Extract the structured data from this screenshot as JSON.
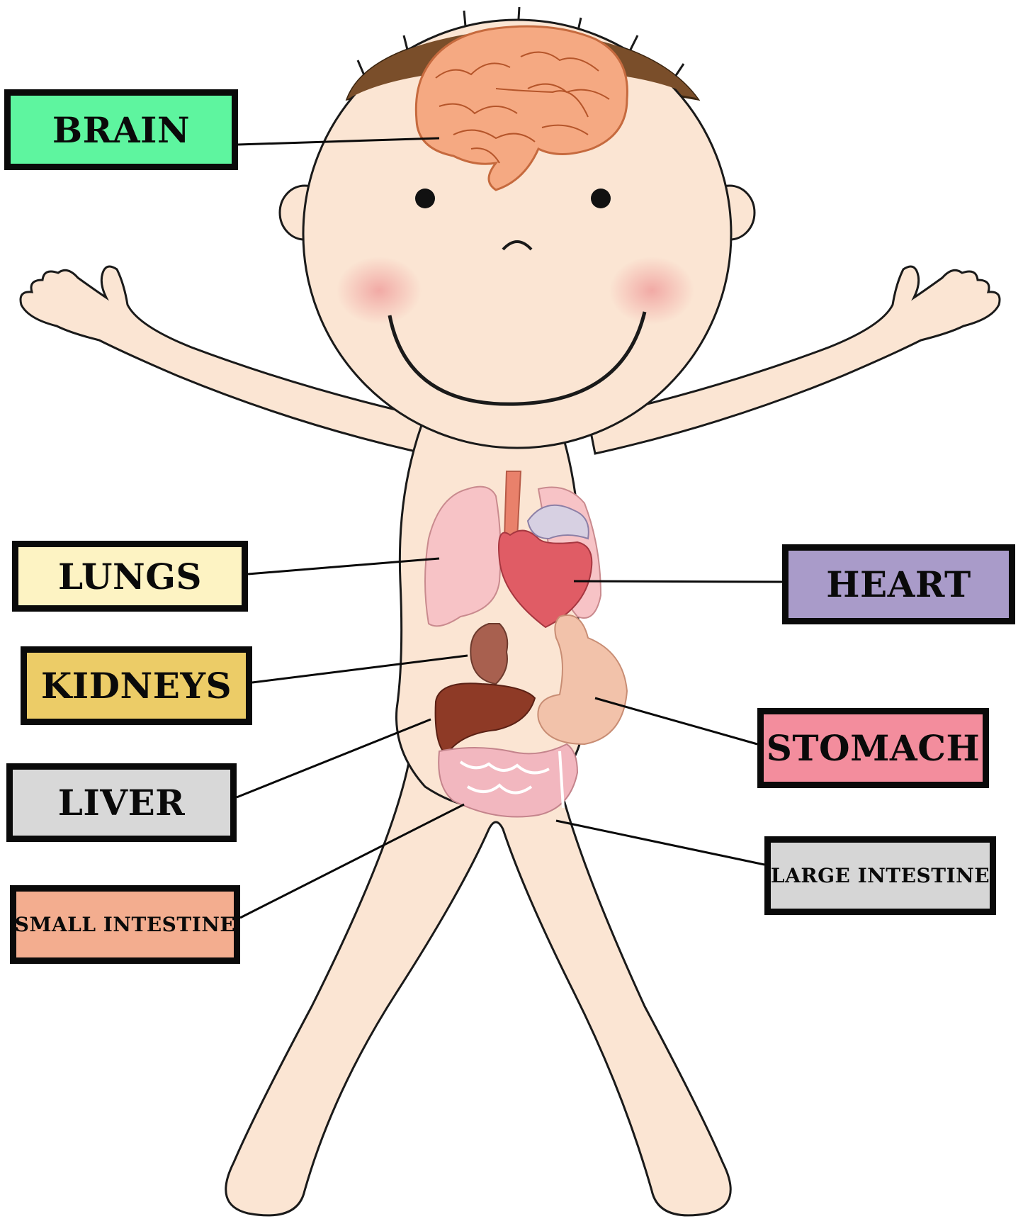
{
  "labels": {
    "brain": "BRAIN",
    "lungs": "LUNGS",
    "kidneys": "KIDNEYS",
    "liver": "LIVER",
    "small_intestine": "SMALL INTESTINE",
    "heart": "HEART",
    "stomach": "STOMACH",
    "large_intestine": "LARGE INTESTINE"
  },
  "colors": {
    "brain": "#5ef59f",
    "lungs": "#fdf3c3",
    "kidneys": "#eccc67",
    "liver": "#d8d8d8",
    "small_intestine": "#f3ad8f",
    "heart": "#a99bc9",
    "stomach": "#f38d9d",
    "large_intestine": "#d6d6d6",
    "skin": "#fbe5d3",
    "outline": "#1a1a1a",
    "hair": "#7a4e2a"
  }
}
